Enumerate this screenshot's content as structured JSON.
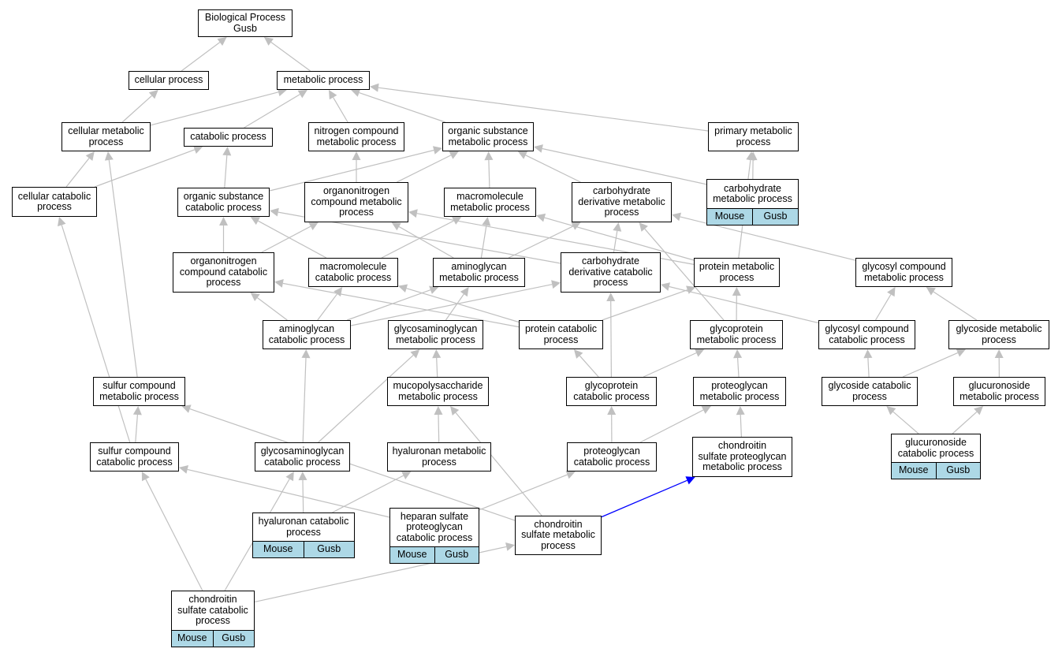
{
  "colors": {
    "edge": "#c0c0c0",
    "highlight_edge": "#0000ff",
    "tag_background": "#add8e6",
    "border": "#000000"
  },
  "nodes": [
    {
      "id": "bp",
      "lines": [
        "Biological Process",
        "Gusb"
      ]
    },
    {
      "id": "cellular",
      "lines": [
        "cellular process"
      ]
    },
    {
      "id": "metabolic",
      "lines": [
        "metabolic process"
      ]
    },
    {
      "id": "cell-met",
      "lines": [
        "cellular metabolic",
        "process"
      ]
    },
    {
      "id": "catabolic",
      "lines": [
        "catabolic process"
      ]
    },
    {
      "id": "nitrogen",
      "lines": [
        "nitrogen compound",
        "metabolic process"
      ]
    },
    {
      "id": "org-sub",
      "lines": [
        "organic substance",
        "metabolic process"
      ]
    },
    {
      "id": "primary",
      "lines": [
        "primary metabolic",
        "process"
      ]
    },
    {
      "id": "carb-met",
      "lines": [
        "carbohydrate",
        "metabolic process"
      ],
      "tags": [
        "Mouse",
        "Gusb"
      ]
    },
    {
      "id": "cell-cat",
      "lines": [
        "cellular catabolic",
        "process"
      ]
    },
    {
      "id": "org-sub-cat",
      "lines": [
        "organic substance",
        "catabolic process"
      ]
    },
    {
      "id": "orgn-met",
      "lines": [
        "organonitrogen",
        "compound metabolic",
        "process"
      ]
    },
    {
      "id": "macro-met",
      "lines": [
        "macromolecule",
        "metabolic process"
      ]
    },
    {
      "id": "carb-der-met",
      "lines": [
        "carbohydrate",
        "derivative metabolic",
        "process"
      ]
    },
    {
      "id": "orgn-cat",
      "lines": [
        "organonitrogen",
        "compound catabolic",
        "process"
      ]
    },
    {
      "id": "macro-cat",
      "lines": [
        "macromolecule",
        "catabolic process"
      ]
    },
    {
      "id": "amino-met",
      "lines": [
        "aminoglycan",
        "metabolic process"
      ]
    },
    {
      "id": "carb-der-cat",
      "lines": [
        "carbohydrate",
        "derivative catabolic",
        "process"
      ]
    },
    {
      "id": "protein-met",
      "lines": [
        "protein metabolic",
        "process"
      ]
    },
    {
      "id": "glycosyl-met",
      "lines": [
        "glycosyl compound",
        "metabolic process"
      ]
    },
    {
      "id": "amino-cat",
      "lines": [
        "aminoglycan",
        "catabolic process"
      ]
    },
    {
      "id": "gag-met",
      "lines": [
        "glycosaminoglycan",
        "metabolic process"
      ]
    },
    {
      "id": "protein-cat",
      "lines": [
        "protein catabolic",
        "process"
      ]
    },
    {
      "id": "glycoprot-met",
      "lines": [
        "glycoprotein",
        "metabolic process"
      ]
    },
    {
      "id": "glycosyl-cat",
      "lines": [
        "glycosyl compound",
        "catabolic process"
      ]
    },
    {
      "id": "glycoside-met",
      "lines": [
        "glycoside metabolic",
        "process"
      ]
    },
    {
      "id": "sulfur-met",
      "lines": [
        "sulfur compound",
        "metabolic process"
      ]
    },
    {
      "id": "mucopoly",
      "lines": [
        "mucopolysaccharide",
        "metabolic process"
      ]
    },
    {
      "id": "glycoprot-cat",
      "lines": [
        "glycoprotein",
        "catabolic process"
      ]
    },
    {
      "id": "proteoglycan-met",
      "lines": [
        "proteoglycan",
        "metabolic process"
      ]
    },
    {
      "id": "glycoside-cat",
      "lines": [
        "glycoside catabolic",
        "process"
      ]
    },
    {
      "id": "glucuronoside-met",
      "lines": [
        "glucuronoside",
        "metabolic process"
      ]
    },
    {
      "id": "sulfur-cat",
      "lines": [
        "sulfur compound",
        "catabolic process"
      ]
    },
    {
      "id": "gag-cat",
      "lines": [
        "glycosaminoglycan",
        "catabolic process"
      ]
    },
    {
      "id": "hyaluronan-met",
      "lines": [
        "hyaluronan metabolic",
        "process"
      ]
    },
    {
      "id": "proteoglycan-cat",
      "lines": [
        "proteoglycan",
        "catabolic process"
      ]
    },
    {
      "id": "cs-pg-met",
      "lines": [
        "chondroitin",
        "sulfate proteoglycan",
        "metabolic process"
      ]
    },
    {
      "id": "glucuronoside-cat",
      "lines": [
        "glucuronoside",
        "catabolic process"
      ],
      "tags": [
        "Mouse",
        "Gusb"
      ]
    },
    {
      "id": "hyaluronan-cat",
      "lines": [
        "hyaluronan catabolic",
        "process"
      ],
      "tags": [
        "Mouse",
        "Gusb"
      ]
    },
    {
      "id": "hs-pg-cat",
      "lines": [
        "heparan sulfate",
        "proteoglycan",
        "catabolic process"
      ],
      "tags": [
        "Mouse",
        "Gusb"
      ]
    },
    {
      "id": "cs-met",
      "lines": [
        "chondroitin",
        "sulfate metabolic",
        "process"
      ]
    },
    {
      "id": "cs-cat",
      "lines": [
        "chondroitin",
        "sulfate catabolic",
        "process"
      ],
      "tags": [
        "Mouse",
        "Gusb"
      ]
    }
  ],
  "edges": [
    {
      "from": "cellular",
      "to": "bp"
    },
    {
      "from": "metabolic",
      "to": "bp"
    },
    {
      "from": "cell-met",
      "to": "cellular"
    },
    {
      "from": "cell-met",
      "to": "metabolic"
    },
    {
      "from": "catabolic",
      "to": "metabolic"
    },
    {
      "from": "nitrogen",
      "to": "metabolic"
    },
    {
      "from": "org-sub",
      "to": "metabolic"
    },
    {
      "from": "primary",
      "to": "metabolic"
    },
    {
      "from": "carb-met",
      "to": "primary"
    },
    {
      "from": "carb-met",
      "to": "org-sub"
    },
    {
      "from": "cell-cat",
      "to": "cell-met"
    },
    {
      "from": "cell-cat",
      "to": "catabolic"
    },
    {
      "from": "org-sub-cat",
      "to": "catabolic"
    },
    {
      "from": "org-sub-cat",
      "to": "org-sub"
    },
    {
      "from": "orgn-met",
      "to": "nitrogen"
    },
    {
      "from": "orgn-met",
      "to": "org-sub"
    },
    {
      "from": "macro-met",
      "to": "org-sub"
    },
    {
      "from": "carb-der-met",
      "to": "org-sub"
    },
    {
      "from": "orgn-cat",
      "to": "org-sub-cat"
    },
    {
      "from": "orgn-cat",
      "to": "orgn-met"
    },
    {
      "from": "macro-cat",
      "to": "org-sub-cat"
    },
    {
      "from": "macro-cat",
      "to": "macro-met"
    },
    {
      "from": "amino-met",
      "to": "orgn-met"
    },
    {
      "from": "amino-met",
      "to": "macro-met"
    },
    {
      "from": "amino-met",
      "to": "carb-der-met"
    },
    {
      "from": "carb-der-cat",
      "to": "carb-der-met"
    },
    {
      "from": "carb-der-cat",
      "to": "org-sub-cat"
    },
    {
      "from": "protein-met",
      "to": "macro-met"
    },
    {
      "from": "protein-met",
      "to": "orgn-met"
    },
    {
      "from": "protein-met",
      "to": "primary"
    },
    {
      "from": "glycosyl-met",
      "to": "carb-der-met"
    },
    {
      "from": "amino-cat",
      "to": "orgn-cat"
    },
    {
      "from": "amino-cat",
      "to": "macro-cat"
    },
    {
      "from": "amino-cat",
      "to": "amino-met"
    },
    {
      "from": "amino-cat",
      "to": "carb-der-cat"
    },
    {
      "from": "gag-met",
      "to": "amino-met"
    },
    {
      "from": "protein-cat",
      "to": "protein-met"
    },
    {
      "from": "protein-cat",
      "to": "macro-cat"
    },
    {
      "from": "protein-cat",
      "to": "orgn-cat"
    },
    {
      "from": "glycoprot-met",
      "to": "protein-met"
    },
    {
      "from": "glycoprot-met",
      "to": "carb-der-met"
    },
    {
      "from": "glycosyl-cat",
      "to": "glycosyl-met"
    },
    {
      "from": "glycosyl-cat",
      "to": "carb-der-cat"
    },
    {
      "from": "glycoside-met",
      "to": "glycosyl-met"
    },
    {
      "from": "sulfur-met",
      "to": "cell-met"
    },
    {
      "from": "mucopoly",
      "to": "gag-met"
    },
    {
      "from": "glycoprot-cat",
      "to": "glycoprot-met"
    },
    {
      "from": "glycoprot-cat",
      "to": "protein-cat"
    },
    {
      "from": "glycoprot-cat",
      "to": "carb-der-cat"
    },
    {
      "from": "proteoglycan-met",
      "to": "glycoprot-met"
    },
    {
      "from": "glycoside-cat",
      "to": "glycosyl-cat"
    },
    {
      "from": "glycoside-cat",
      "to": "glycoside-met"
    },
    {
      "from": "glucuronoside-met",
      "to": "glycoside-met"
    },
    {
      "from": "sulfur-cat",
      "to": "sulfur-met"
    },
    {
      "from": "sulfur-cat",
      "to": "cell-cat"
    },
    {
      "from": "gag-cat",
      "to": "amino-cat"
    },
    {
      "from": "gag-cat",
      "to": "gag-met"
    },
    {
      "from": "hyaluronan-met",
      "to": "mucopoly"
    },
    {
      "from": "proteoglycan-cat",
      "to": "glycoprot-cat"
    },
    {
      "from": "proteoglycan-cat",
      "to": "proteoglycan-met"
    },
    {
      "from": "cs-pg-met",
      "to": "proteoglycan-met"
    },
    {
      "from": "glucuronoside-cat",
      "to": "glycoside-cat"
    },
    {
      "from": "glucuronoside-cat",
      "to": "glucuronoside-met"
    },
    {
      "from": "hyaluronan-cat",
      "to": "gag-cat"
    },
    {
      "from": "hyaluronan-cat",
      "to": "hyaluronan-met"
    },
    {
      "from": "hs-pg-cat",
      "to": "sulfur-cat"
    },
    {
      "from": "hs-pg-cat",
      "to": "proteoglycan-cat"
    },
    {
      "from": "cs-met",
      "to": "sulfur-met"
    },
    {
      "from": "cs-met",
      "to": "mucopoly"
    },
    {
      "from": "cs-met",
      "to": "cs-pg-met",
      "highlight": true
    },
    {
      "from": "cs-cat",
      "to": "sulfur-cat"
    },
    {
      "from": "cs-cat",
      "to": "gag-cat"
    },
    {
      "from": "cs-cat",
      "to": "cs-met"
    }
  ]
}
